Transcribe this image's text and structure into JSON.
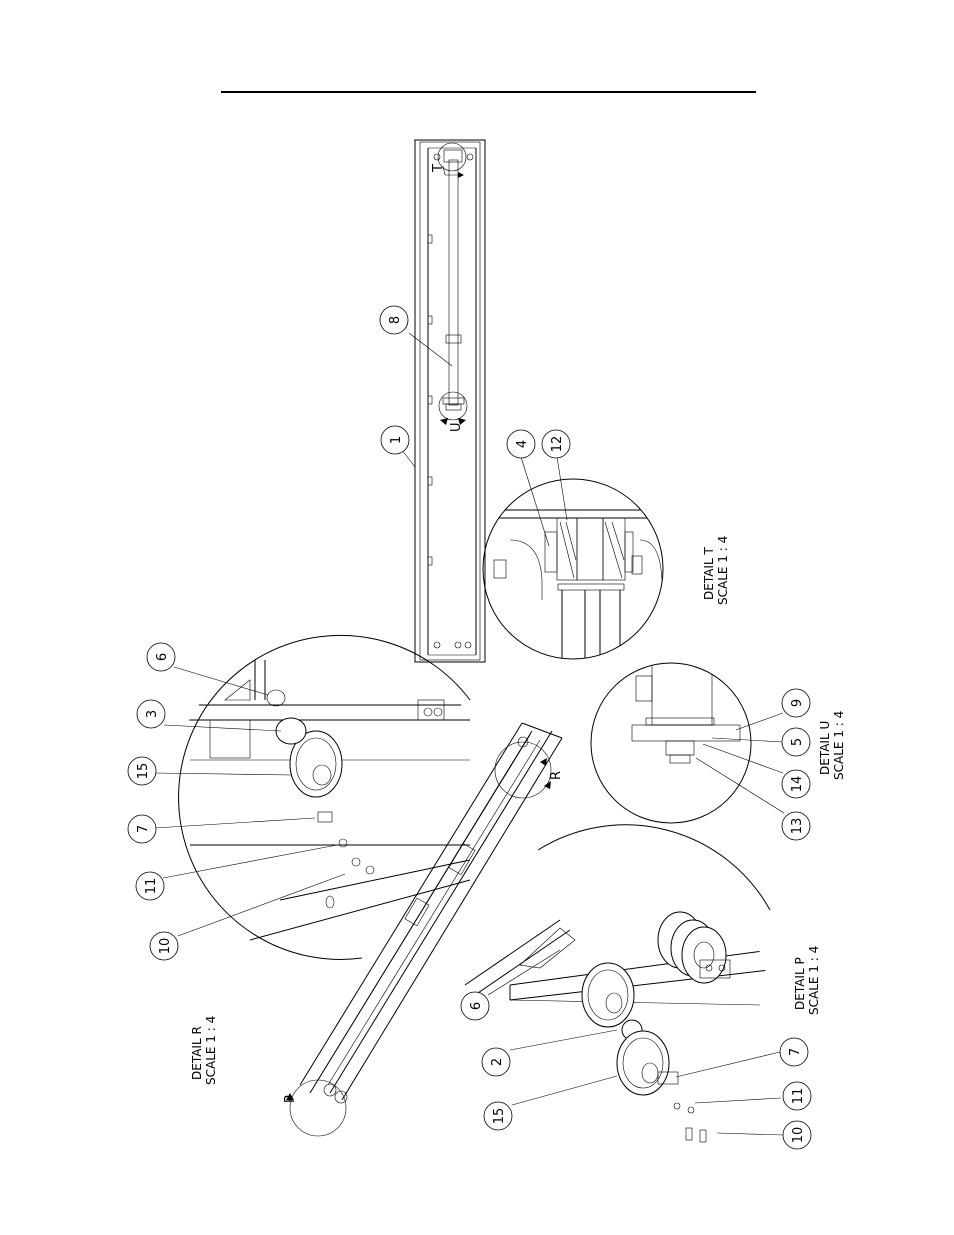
{
  "balloons": [
    {
      "id": "b8",
      "text": "8"
    },
    {
      "id": "b1",
      "text": "1"
    },
    {
      "id": "b4",
      "text": "4"
    },
    {
      "id": "b12",
      "text": "12"
    },
    {
      "id": "b6a",
      "text": "6"
    },
    {
      "id": "b3",
      "text": "3"
    },
    {
      "id": "b15a",
      "text": "15"
    },
    {
      "id": "b7a",
      "text": "7"
    },
    {
      "id": "b11a",
      "text": "11"
    },
    {
      "id": "b10a",
      "text": "10"
    },
    {
      "id": "b9",
      "text": "9"
    },
    {
      "id": "b5",
      "text": "5"
    },
    {
      "id": "b14",
      "text": "14"
    },
    {
      "id": "b13",
      "text": "13"
    },
    {
      "id": "b6b",
      "text": "6"
    },
    {
      "id": "b2",
      "text": "2"
    },
    {
      "id": "b15b",
      "text": "15"
    },
    {
      "id": "b7b",
      "text": "7"
    },
    {
      "id": "b11b",
      "text": "11"
    },
    {
      "id": "b10b",
      "text": "10"
    }
  ],
  "details": {
    "t": {
      "name": "DETAIL T",
      "scale": "SCALE 1 : 4"
    },
    "u": {
      "name": "DETAIL U",
      "scale": "SCALE 1 : 4"
    },
    "p": {
      "name": "DETAIL P",
      "scale": "SCALE 1 : 4"
    },
    "r": {
      "name": "DETAIL R",
      "scale": "SCALE 1 : 4"
    }
  },
  "view_markers": {
    "t": "T",
    "u": "U",
    "r": "R",
    "p": "P"
  }
}
